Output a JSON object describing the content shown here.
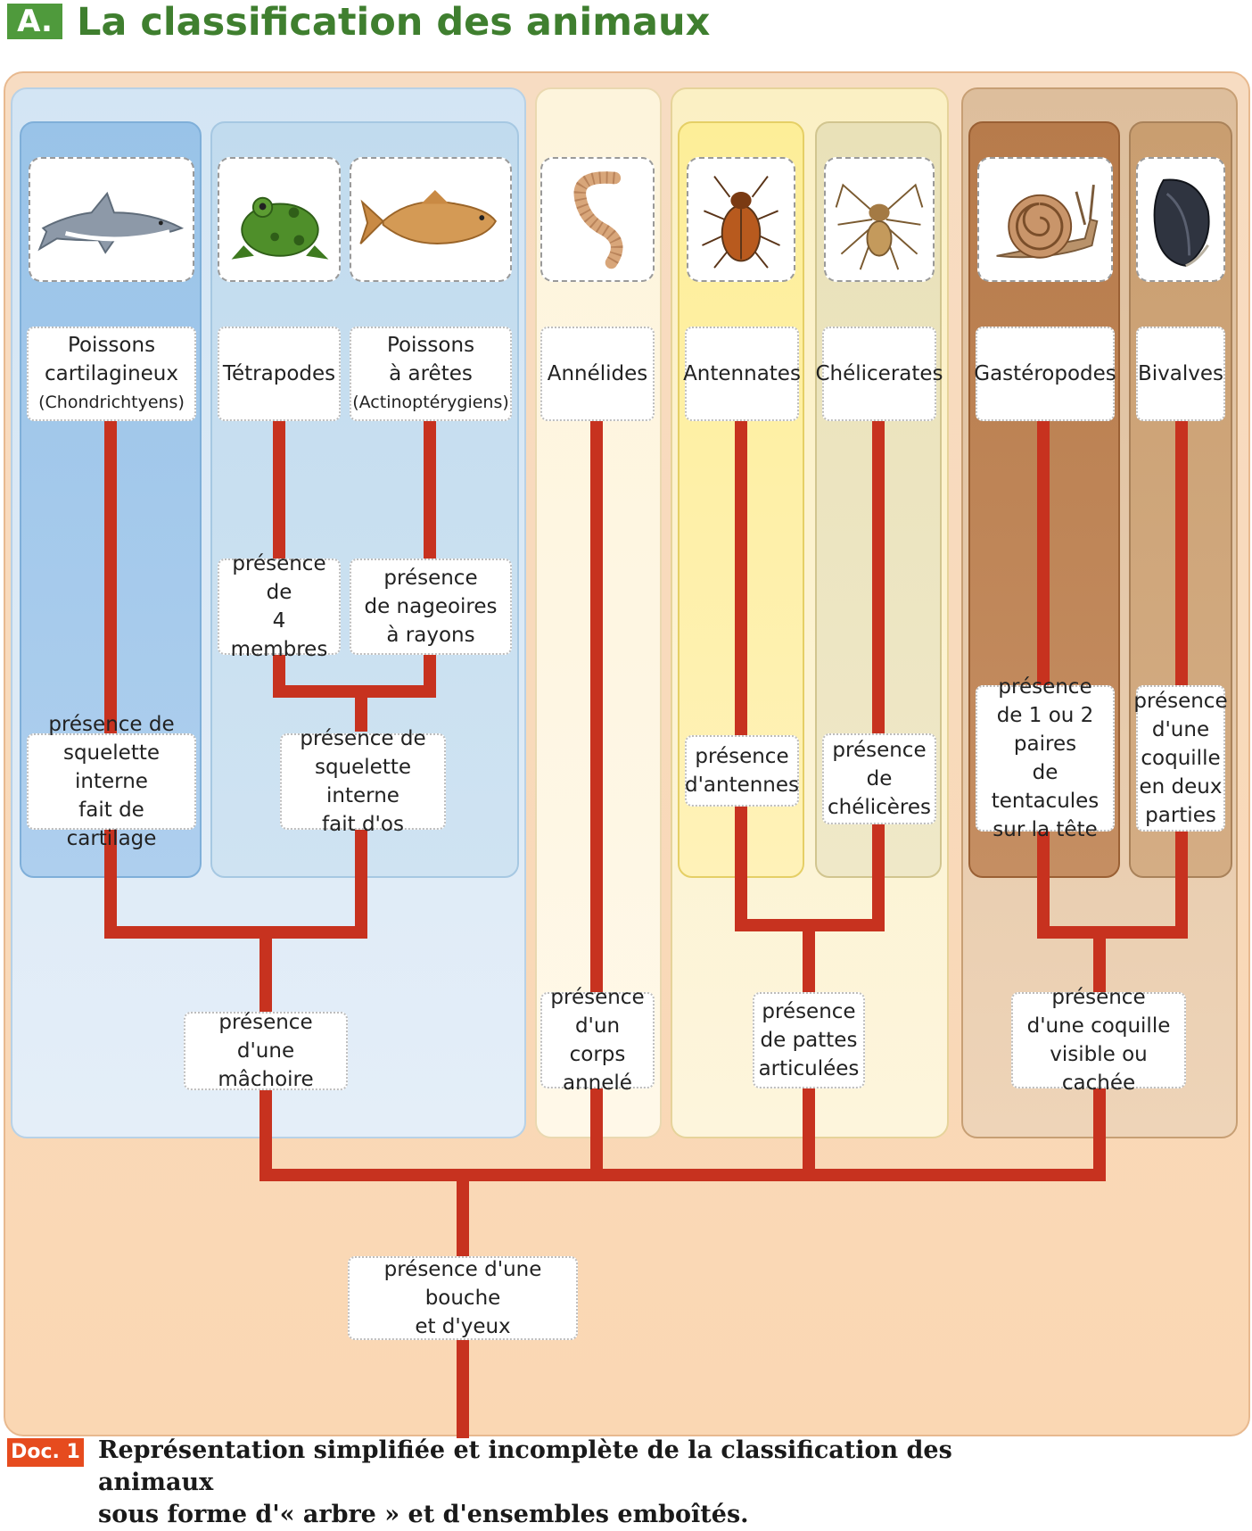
{
  "header": {
    "badge": "A.",
    "title": "La classification des animaux"
  },
  "taxa": {
    "chondrichthyens": {
      "line1": "Poissons",
      "line2": "cartilagineux",
      "line3": "(Chondrichtyens)",
      "icon": "shark-icon"
    },
    "tetrapodes": {
      "label": "Tétrapodes",
      "icon": "frog-icon"
    },
    "actinopterygiens": {
      "line1": "Poissons",
      "line2": "à arêtes",
      "line3": "(Actinoptérygiens)",
      "icon": "carp-icon"
    },
    "annelides": {
      "label": "Annélides",
      "icon": "worm-icon"
    },
    "antennates": {
      "label": "Antennates",
      "icon": "beetle-icon"
    },
    "chelicerates": {
      "label": "Chélicerates",
      "icon": "spider-icon"
    },
    "gasteropodes": {
      "label": "Gastéropodes",
      "icon": "snail-icon"
    },
    "bivalves": {
      "label": "Bivalves",
      "icon": "mussel-icon"
    }
  },
  "characters": {
    "quatre_membres": "présence\nde\n4 membres",
    "nageoires_rayons": "présence\nde nageoires\nà rayons",
    "squelette_cartilage": "présence de\nsquelette interne\nfait de cartilage",
    "squelette_os": "présence de\nsquelette interne\nfait d'os",
    "antennes": "présence\nd'antennes",
    "cheliceres": "présence\nde\nchélicères",
    "tentacules": "présence\nde 1 ou 2\npaires\nde tentacules\nsur la tête",
    "coquille_deux": "présence\nd'une\ncoquille\nen deux\nparties",
    "machoire": "présence\nd'une mâchoire",
    "corps_annele": "présence\nd'un corps\nannelé",
    "pattes_articulees": "présence\nde pattes\narticulées",
    "coquille_visible": "présence\nd'une coquille\nvisible ou cachée",
    "bouche_yeux": "présence d'une bouche\net d'yeux"
  },
  "footer": {
    "badge": "Doc. 1",
    "caption_line1": "Représentation simplifiée et incomplète de la classification des animaux",
    "caption_line2": "sous forme d'« arbre » et d'ensembles emboîtés."
  },
  "colors": {
    "branch": "#c7321f",
    "title": "#3f7f2f",
    "doc_badge": "#e64b1e"
  }
}
